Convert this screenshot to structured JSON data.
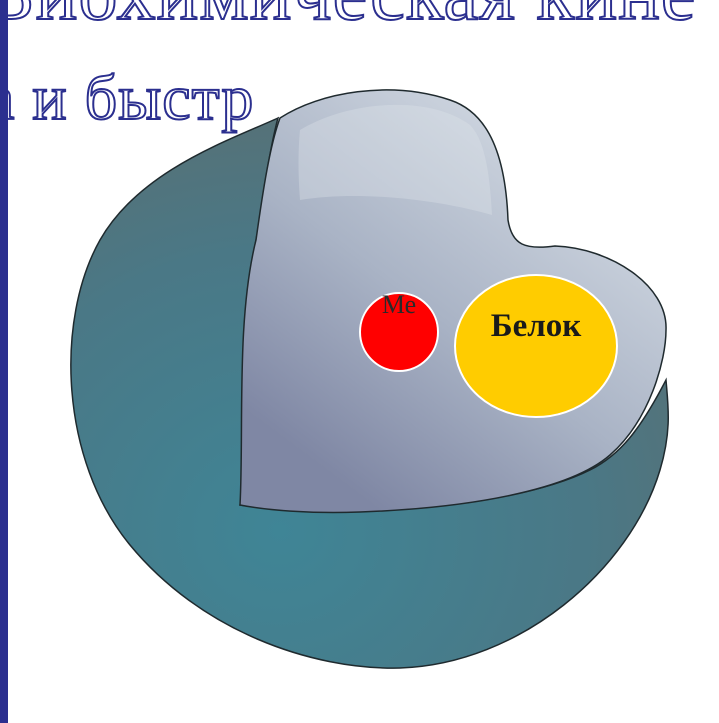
{
  "title": {
    "line1": "Биохимическая кине",
    "line2": "а и быстр"
  },
  "labels": {
    "metal": "Ме",
    "protein": "Белок"
  },
  "colors": {
    "frame": "#2b2f8f",
    "sphere_shell": "#4d7f8c",
    "sphere_inner": "#b3bccb",
    "metal_circle": "#ff0000",
    "protein_circle": "#ffcc00"
  }
}
